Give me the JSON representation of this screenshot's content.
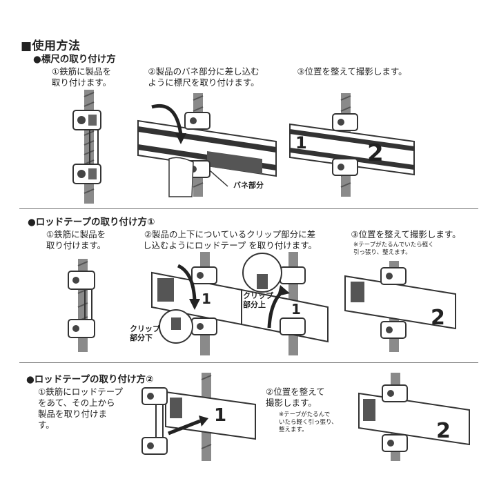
{
  "heading": "■使用方法",
  "section1": {
    "title": "●標尺の取り付け方",
    "step1": "①鉄筋に製品を\n取り付けます。",
    "step2": "②製品のバネ部分に差し込む\nように標尺を取り付けます。",
    "step3": "③位置を整えて撮影します。",
    "spring_label": "バネ部分",
    "staff_numbers": [
      "1",
      "2"
    ]
  },
  "section2": {
    "title": "●ロッドテープの取り付け方①",
    "step1": "①鉄筋に製品を\n取り付けます。",
    "step2": "②製品の上下についているクリップ部分に差\nし込むようにロッドテープ を取り付けます。",
    "step3": "③位置を整えて撮影します。",
    "step3_note": "※テープがたるんでいたら軽く\n引っ張り、整えます。",
    "clip_lower_label": "クリップ\n部分下",
    "clip_upper_label": "クリップ\n部分上",
    "tape_numbers": [
      "1",
      "1",
      "2"
    ]
  },
  "section3": {
    "title": "●ロッドテープの取り付け方②",
    "step1": "①鉄筋にロッドテープ\nをあて、その上から\n製品を取り付けま\nす。",
    "step2": "②位置を整えて\n撮影します。",
    "step2_note": "※テープがたるんで\nいたら軽く引っ張り、\n整えます。",
    "tape_numbers": [
      "1",
      "2"
    ]
  },
  "colors": {
    "text": "#222222",
    "rule": "#777777",
    "bar": "#555555",
    "device": "#333333"
  }
}
